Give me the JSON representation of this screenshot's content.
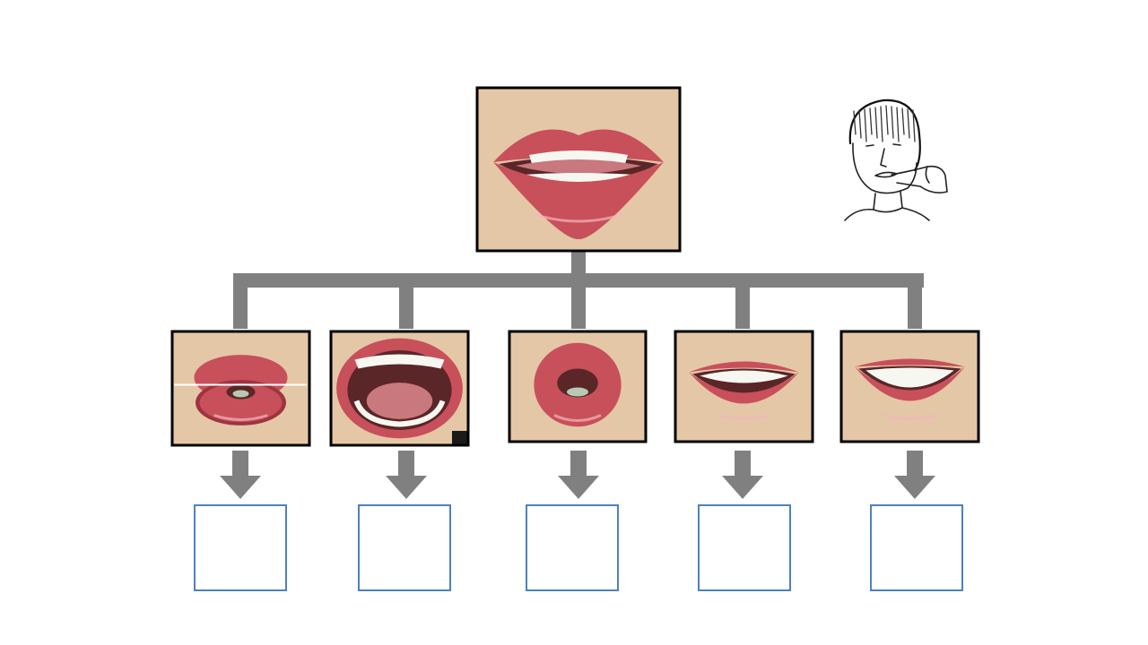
{
  "diagram": {
    "top_photo": {
      "icon": "mouth-open-teeth-photo"
    },
    "sketch": {
      "icon": "person-finger-in-mouth-sketch"
    },
    "mouth_photos": [
      {
        "icon": "mouth-pursed-lips-photo",
        "has_guide_line": true
      },
      {
        "icon": "mouth-wide-open-photo",
        "has_guide_line": false
      },
      {
        "icon": "mouth-round-o-photo",
        "has_guide_line": false
      },
      {
        "icon": "mouth-smile-teeth-photo",
        "has_guide_line": false
      },
      {
        "icon": "mouth-broad-smile-photo",
        "has_guide_line": false
      }
    ],
    "answer_boxes": [
      {
        "value": ""
      },
      {
        "value": ""
      },
      {
        "value": ""
      },
      {
        "value": ""
      },
      {
        "value": ""
      }
    ],
    "colors": {
      "connector": "#808080",
      "frame": "#000000",
      "answer_box_border": "#4f81bd",
      "lip": "#c8505a",
      "lip_dark": "#9e3440",
      "skin": "#e4c7a7",
      "teeth": "#f7f7f2",
      "mouth_inside": "#5a2628",
      "tongue": "#c9787e"
    }
  }
}
